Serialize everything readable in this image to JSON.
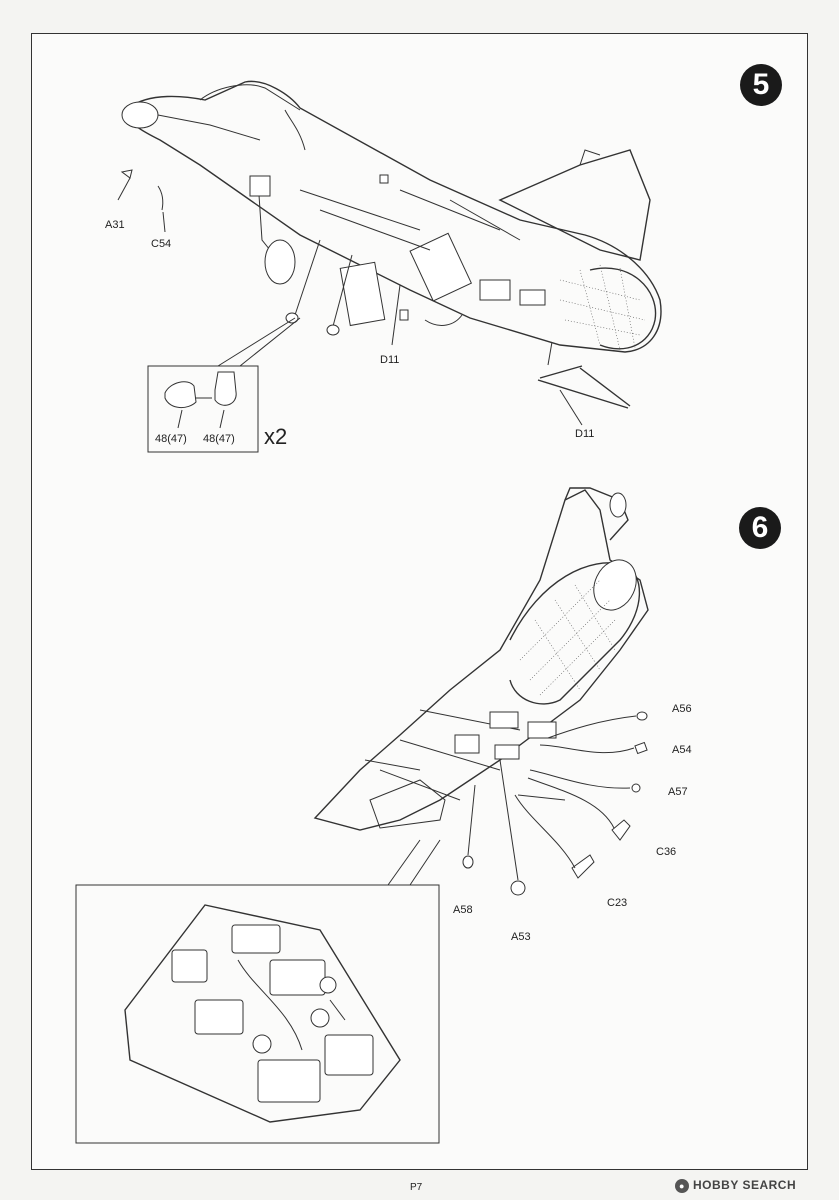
{
  "steps": [
    {
      "number": "5",
      "part_labels": [
        "A31",
        "C54",
        "D11",
        "D11"
      ],
      "detail_box": {
        "labels": [
          "48(47)",
          "48(47)"
        ],
        "multiplier": "x2"
      }
    },
    {
      "number": "6",
      "part_labels": [
        "A56",
        "A54",
        "A57",
        "C36",
        "C23",
        "A53",
        "A58"
      ]
    }
  ],
  "page_number": "P7",
  "watermark": "HOBBY SEARCH",
  "colors": {
    "ink": "#222222",
    "badge": "#1a1a1a",
    "paper": "#fbfbfa"
  }
}
